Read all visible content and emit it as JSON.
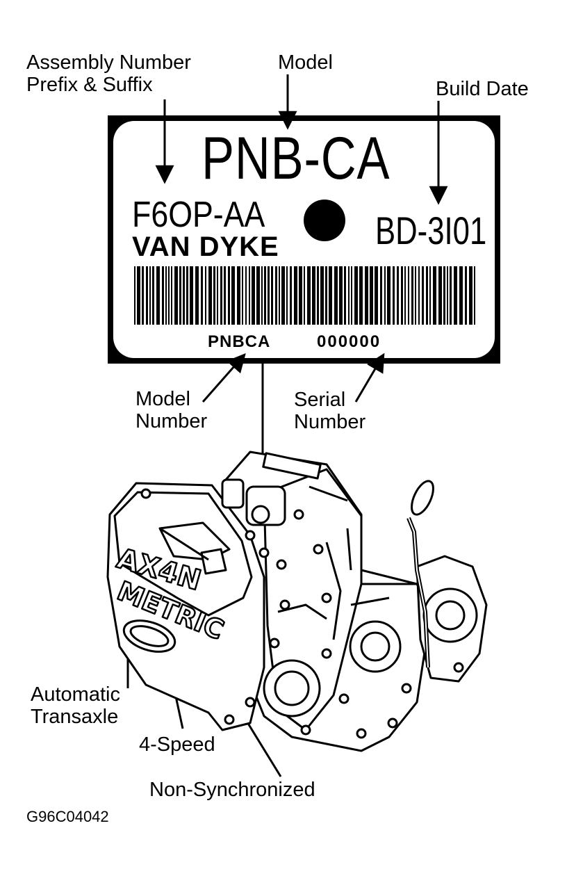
{
  "labels": {
    "assembly_prefix_line1": "Assembly Number",
    "assembly_prefix_line2": "Prefix & Suffix",
    "model": "Model",
    "build_date": "Build Date",
    "model_number_line1": "Model",
    "model_number_line2": "Number",
    "serial_number_line1": "Serial",
    "serial_number_line2": "Number",
    "automatic_line1": "Automatic",
    "automatic_line2": "Transaxle",
    "four_speed": "4-Speed",
    "non_synchronized": "Non-Synchronized"
  },
  "tag": {
    "model": "PNB-CA",
    "assembly_number": "F6OP-AA",
    "plant": "VAN DYKE",
    "build_date": "BD-3I01",
    "model_number": "PNBCA",
    "serial_number": "000000"
  },
  "case_lettering": {
    "line1": "AX4N",
    "line2": "METRIC"
  },
  "figure_id": "G96C04042",
  "colors": {
    "ink": "#000000",
    "paper": "#ffffff"
  }
}
